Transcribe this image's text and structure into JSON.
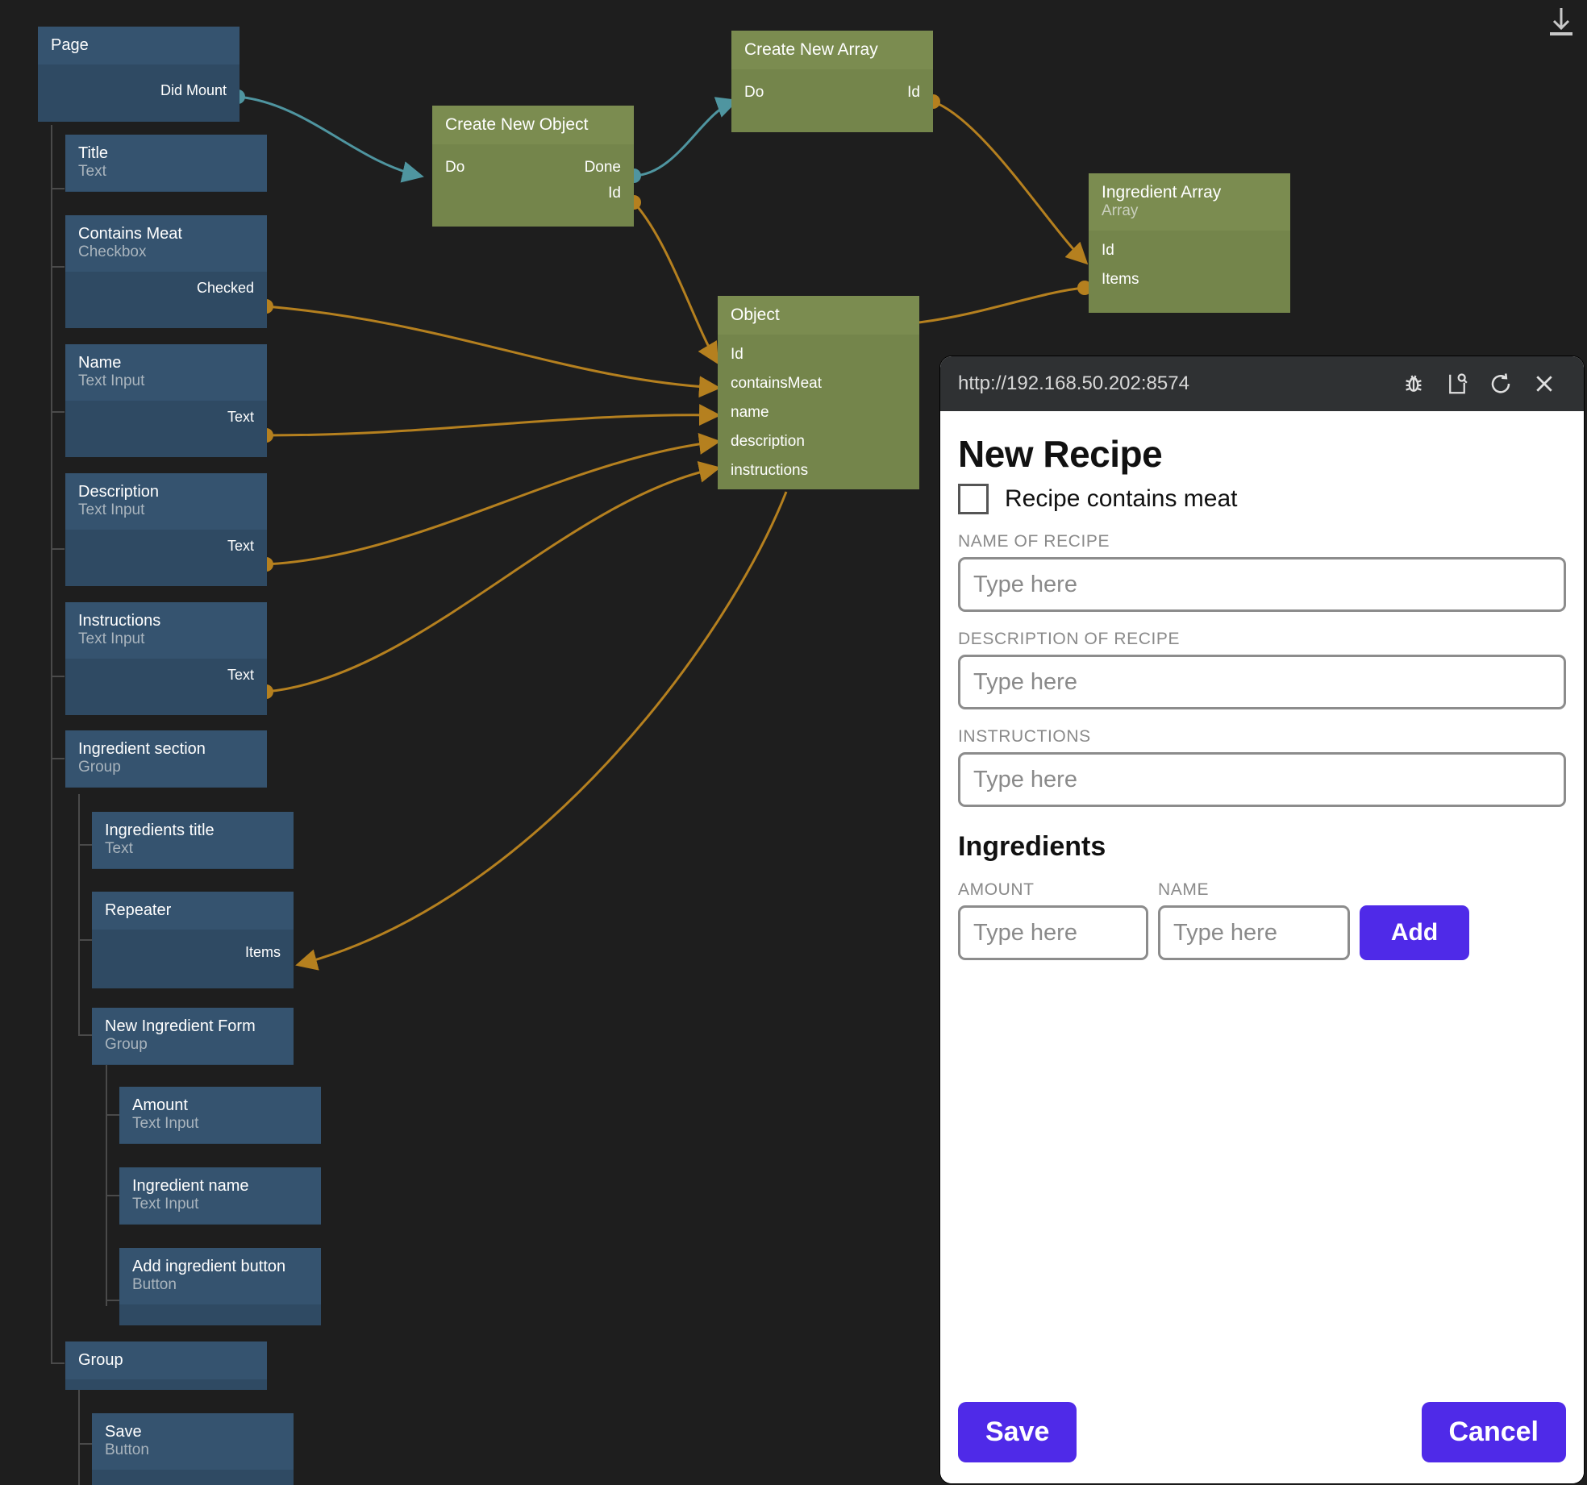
{
  "app": {
    "background_color": "#1e1e1e",
    "accent_color": "#4f2ae8",
    "node_blue": "#35536f",
    "node_green": "#7b8c50",
    "edge_data_color": "#b5801f",
    "edge_signal_color": "#4f95a0"
  },
  "toolbar": {
    "download_icon": "download-icon"
  },
  "graph": {
    "component_tree": [
      {
        "id": "page",
        "title": "Page",
        "subtitle": "",
        "ports": [
          {
            "name": "Did Mount",
            "side": "out",
            "type": "signal"
          }
        ]
      },
      {
        "id": "title",
        "title": "Title",
        "subtitle": "Text",
        "ports": []
      },
      {
        "id": "contains-meat",
        "title": "Contains Meat",
        "subtitle": "Checkbox",
        "ports": [
          {
            "name": "Checked",
            "side": "out",
            "type": "data"
          }
        ]
      },
      {
        "id": "name",
        "title": "Name",
        "subtitle": "Text Input",
        "ports": [
          {
            "name": "Text",
            "side": "out",
            "type": "data"
          }
        ]
      },
      {
        "id": "description",
        "title": "Description",
        "subtitle": "Text Input",
        "ports": [
          {
            "name": "Text",
            "side": "out",
            "type": "data"
          }
        ]
      },
      {
        "id": "instructions",
        "title": "Instructions",
        "subtitle": "Text Input",
        "ports": [
          {
            "name": "Text",
            "side": "out",
            "type": "data"
          }
        ]
      },
      {
        "id": "ingredient-sec",
        "title": "Ingredient section",
        "subtitle": "Group",
        "ports": []
      },
      {
        "id": "ingredients-ttl",
        "title": "Ingredients title",
        "subtitle": "Text",
        "ports": []
      },
      {
        "id": "repeater",
        "title": "Repeater",
        "subtitle": "",
        "ports": [
          {
            "name": "Items",
            "side": "in",
            "type": "data"
          }
        ]
      },
      {
        "id": "new-ing-form",
        "title": "New Ingredient Form",
        "subtitle": "Group",
        "ports": []
      },
      {
        "id": "amount",
        "title": "Amount",
        "subtitle": "Text Input",
        "ports": []
      },
      {
        "id": "ingredient-name",
        "title": "Ingredient name",
        "subtitle": "Text Input",
        "ports": []
      },
      {
        "id": "add-ing-button",
        "title": "Add ingredient button",
        "subtitle": "Button",
        "ports": []
      },
      {
        "id": "group",
        "title": "Group",
        "subtitle": "",
        "ports": []
      },
      {
        "id": "save",
        "title": "Save",
        "subtitle": "Button",
        "ports": []
      }
    ],
    "logic_nodes": [
      {
        "id": "create-new-object",
        "title": "Create New Object",
        "subtitle": "",
        "inputs": [
          "Do"
        ],
        "outputs": [
          "Done",
          "Id"
        ]
      },
      {
        "id": "create-new-array",
        "title": "Create New Array",
        "subtitle": "",
        "inputs": [
          "Do"
        ],
        "outputs": [
          "Id"
        ]
      },
      {
        "id": "ingredient-array",
        "title": "Ingredient Array",
        "subtitle": "Array",
        "inputs": [
          "Id",
          "Items"
        ],
        "outputs": []
      },
      {
        "id": "object",
        "title": "Object",
        "subtitle": "",
        "inputs": [
          "Id",
          "containsMeat",
          "name",
          "description",
          "instructions"
        ],
        "outputs": []
      }
    ]
  },
  "preview": {
    "url": "http://192.168.50.202:8574",
    "chrome_buttons": [
      {
        "name": "debug-icon",
        "label": "Debug"
      },
      {
        "name": "inspect-icon",
        "label": "Inspect"
      },
      {
        "name": "reload-icon",
        "label": "Reload"
      },
      {
        "name": "close-icon",
        "label": "Close"
      }
    ],
    "page": {
      "title": "New Recipe",
      "checkbox_label": "Recipe contains meat",
      "checkbox_checked": false,
      "fields": [
        {
          "label": "NAME OF RECIPE",
          "placeholder": "Type here",
          "value": ""
        },
        {
          "label": "DESCRIPTION OF RECIPE",
          "placeholder": "Type here",
          "value": ""
        },
        {
          "label": "INSTRUCTIONS",
          "placeholder": "Type here",
          "value": ""
        }
      ],
      "ingredients_heading": "Ingredients",
      "ingredient_form": {
        "amount_label": "AMOUNT",
        "amount_placeholder": "Type here",
        "amount_value": "",
        "name_label": "NAME",
        "name_placeholder": "Type here",
        "name_value": "",
        "add_label": "Add"
      },
      "save_label": "Save",
      "cancel_label": "Cancel"
    }
  }
}
